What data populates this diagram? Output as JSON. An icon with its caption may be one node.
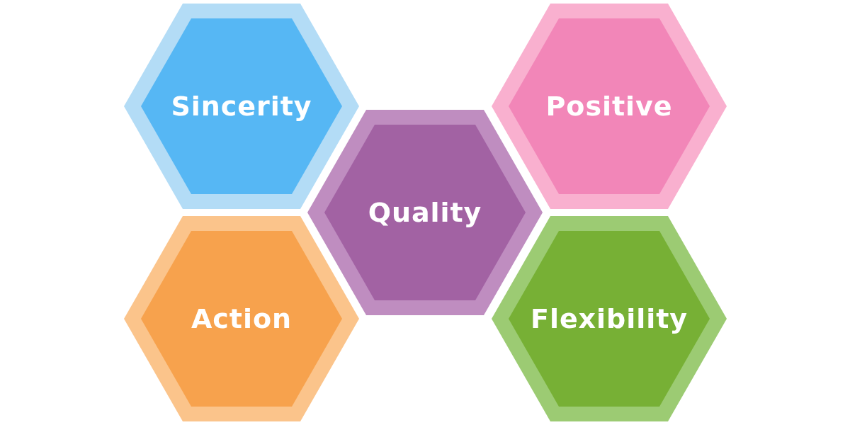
{
  "diagram": {
    "nodes": [
      {
        "text": [
          "Sincerity"
        ]
      },
      {
        "text": [
          "Quality"
        ]
      },
      {
        "text": [
          "Positive"
        ]
      },
      {
        "text": [
          "Action"
        ]
      },
      {
        "text": [
          "Flexibility"
        ]
      }
    ]
  }
}
